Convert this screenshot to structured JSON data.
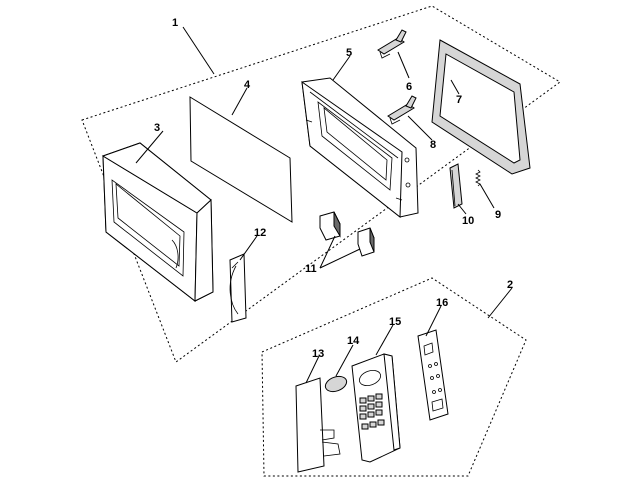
{
  "callouts": [
    "1",
    "2",
    "3",
    "4",
    "5",
    "6",
    "7",
    "8",
    "9",
    "10",
    "11",
    "12",
    "13",
    "14",
    "15",
    "16"
  ],
  "groups": {
    "door_assembly": "1",
    "control_panel_assembly": "2"
  }
}
